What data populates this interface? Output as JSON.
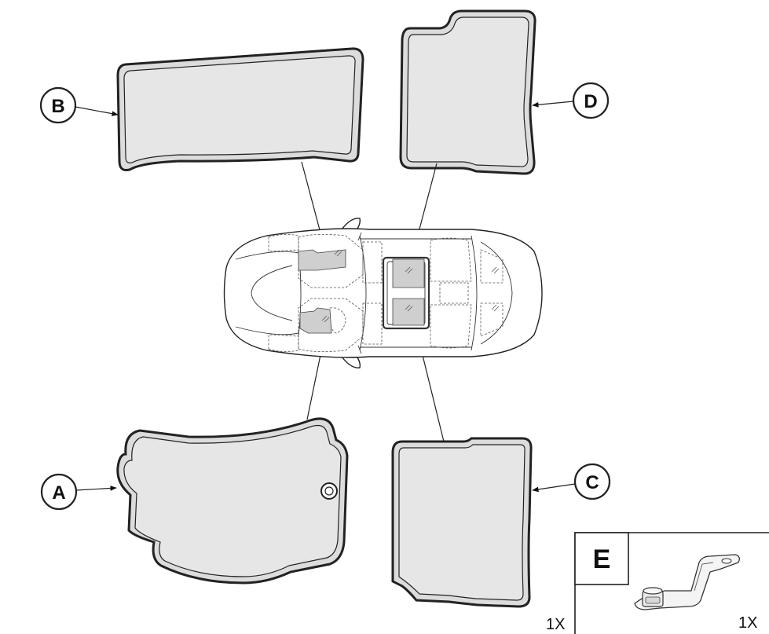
{
  "callouts": {
    "a": "A",
    "b": "B",
    "c": "C",
    "d": "D"
  },
  "detail_box": {
    "label": "E"
  },
  "quantities": {
    "left": "1X",
    "right": "1X"
  }
}
